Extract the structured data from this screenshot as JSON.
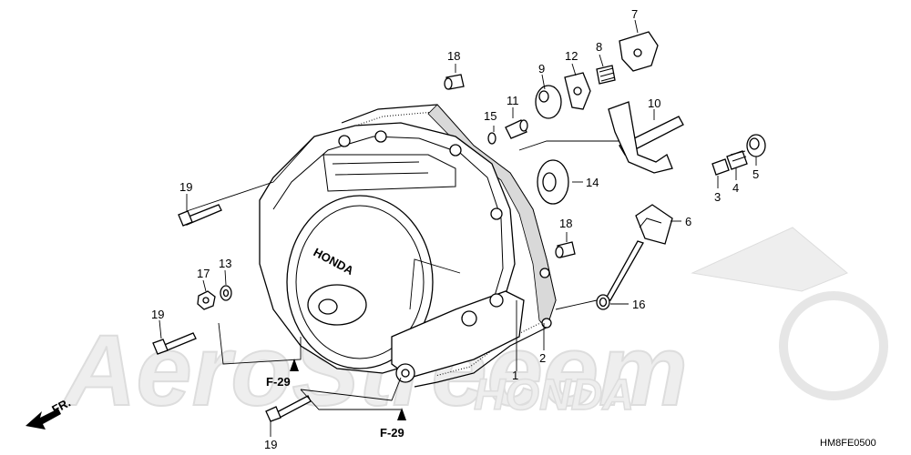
{
  "diagram": {
    "code": "HM8FE0500",
    "watermark": {
      "main": "AeroStreeem",
      "sub": "HONDA"
    },
    "direction_label": "FR.",
    "references": [
      {
        "id": "ref-f29-upper",
        "text": "F-29"
      },
      {
        "id": "ref-f29-lower",
        "text": "F-29"
      }
    ],
    "callouts": [
      "1",
      "2",
      "3",
      "4",
      "5",
      "6",
      "7",
      "8",
      "9",
      "10",
      "11",
      "12",
      "13",
      "14",
      "15",
      "16",
      "17",
      "18",
      "18",
      "19",
      "19",
      "19"
    ],
    "cover_logo": "HONDA"
  }
}
